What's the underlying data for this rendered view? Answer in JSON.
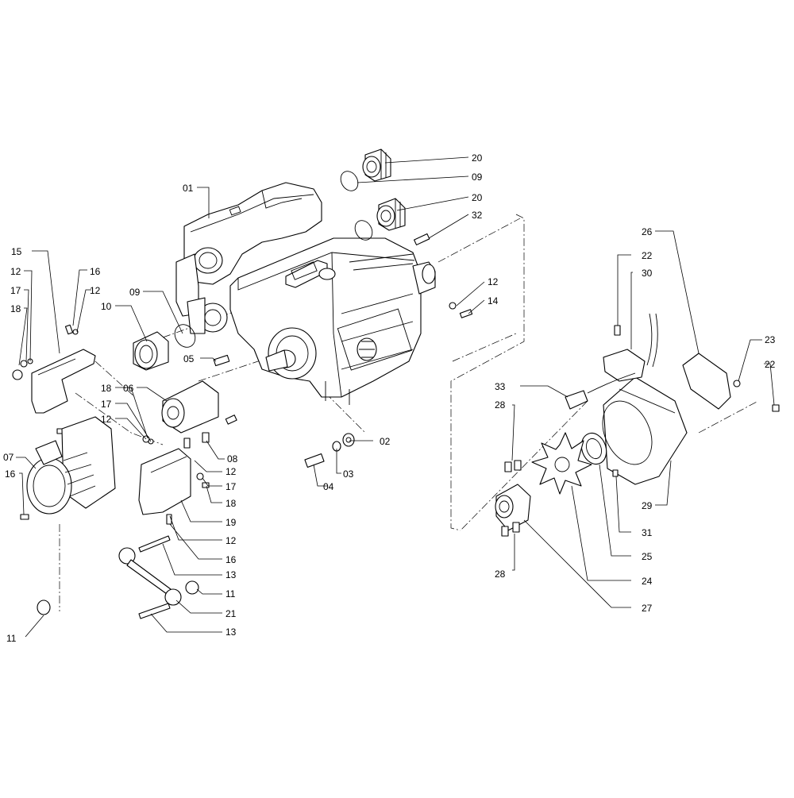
{
  "diagram": {
    "labels": [
      {
        "id": "01",
        "text": "01"
      },
      {
        "id": "02",
        "text": "02"
      },
      {
        "id": "03",
        "text": "03"
      },
      {
        "id": "04",
        "text": "04"
      },
      {
        "id": "05",
        "text": "05"
      },
      {
        "id": "06",
        "text": "06"
      },
      {
        "id": "07",
        "text": "07"
      },
      {
        "id": "08",
        "text": "08"
      },
      {
        "id": "09a",
        "text": "09"
      },
      {
        "id": "09b",
        "text": "09"
      },
      {
        "id": "10",
        "text": "10"
      },
      {
        "id": "11a",
        "text": "11"
      },
      {
        "id": "11b",
        "text": "11"
      },
      {
        "id": "12a",
        "text": "12"
      },
      {
        "id": "12b",
        "text": "12"
      },
      {
        "id": "12c",
        "text": "12"
      },
      {
        "id": "12d",
        "text": "12"
      },
      {
        "id": "12e",
        "text": "12"
      },
      {
        "id": "12f",
        "text": "12"
      },
      {
        "id": "13a",
        "text": "13"
      },
      {
        "id": "13b",
        "text": "13"
      },
      {
        "id": "14",
        "text": "14"
      },
      {
        "id": "15",
        "text": "15"
      },
      {
        "id": "16a",
        "text": "16"
      },
      {
        "id": "16b",
        "text": "16"
      },
      {
        "id": "16c",
        "text": "16"
      },
      {
        "id": "17a",
        "text": "17"
      },
      {
        "id": "17b",
        "text": "17"
      },
      {
        "id": "17c",
        "text": "17"
      },
      {
        "id": "18a",
        "text": "18"
      },
      {
        "id": "18b",
        "text": "18"
      },
      {
        "id": "18c",
        "text": "18"
      },
      {
        "id": "19",
        "text": "19"
      },
      {
        "id": "20a",
        "text": "20"
      },
      {
        "id": "20b",
        "text": "20"
      },
      {
        "id": "21",
        "text": "21"
      },
      {
        "id": "22a",
        "text": "22"
      },
      {
        "id": "22b",
        "text": "22"
      },
      {
        "id": "23",
        "text": "23"
      },
      {
        "id": "24",
        "text": "24"
      },
      {
        "id": "25",
        "text": "25"
      },
      {
        "id": "26",
        "text": "26"
      },
      {
        "id": "27",
        "text": "27"
      },
      {
        "id": "28a",
        "text": "28"
      },
      {
        "id": "28b",
        "text": "28"
      },
      {
        "id": "29",
        "text": "29"
      },
      {
        "id": "30",
        "text": "30"
      },
      {
        "id": "31",
        "text": "31"
      },
      {
        "id": "32",
        "text": "32"
      },
      {
        "id": "33",
        "text": "33"
      }
    ]
  }
}
